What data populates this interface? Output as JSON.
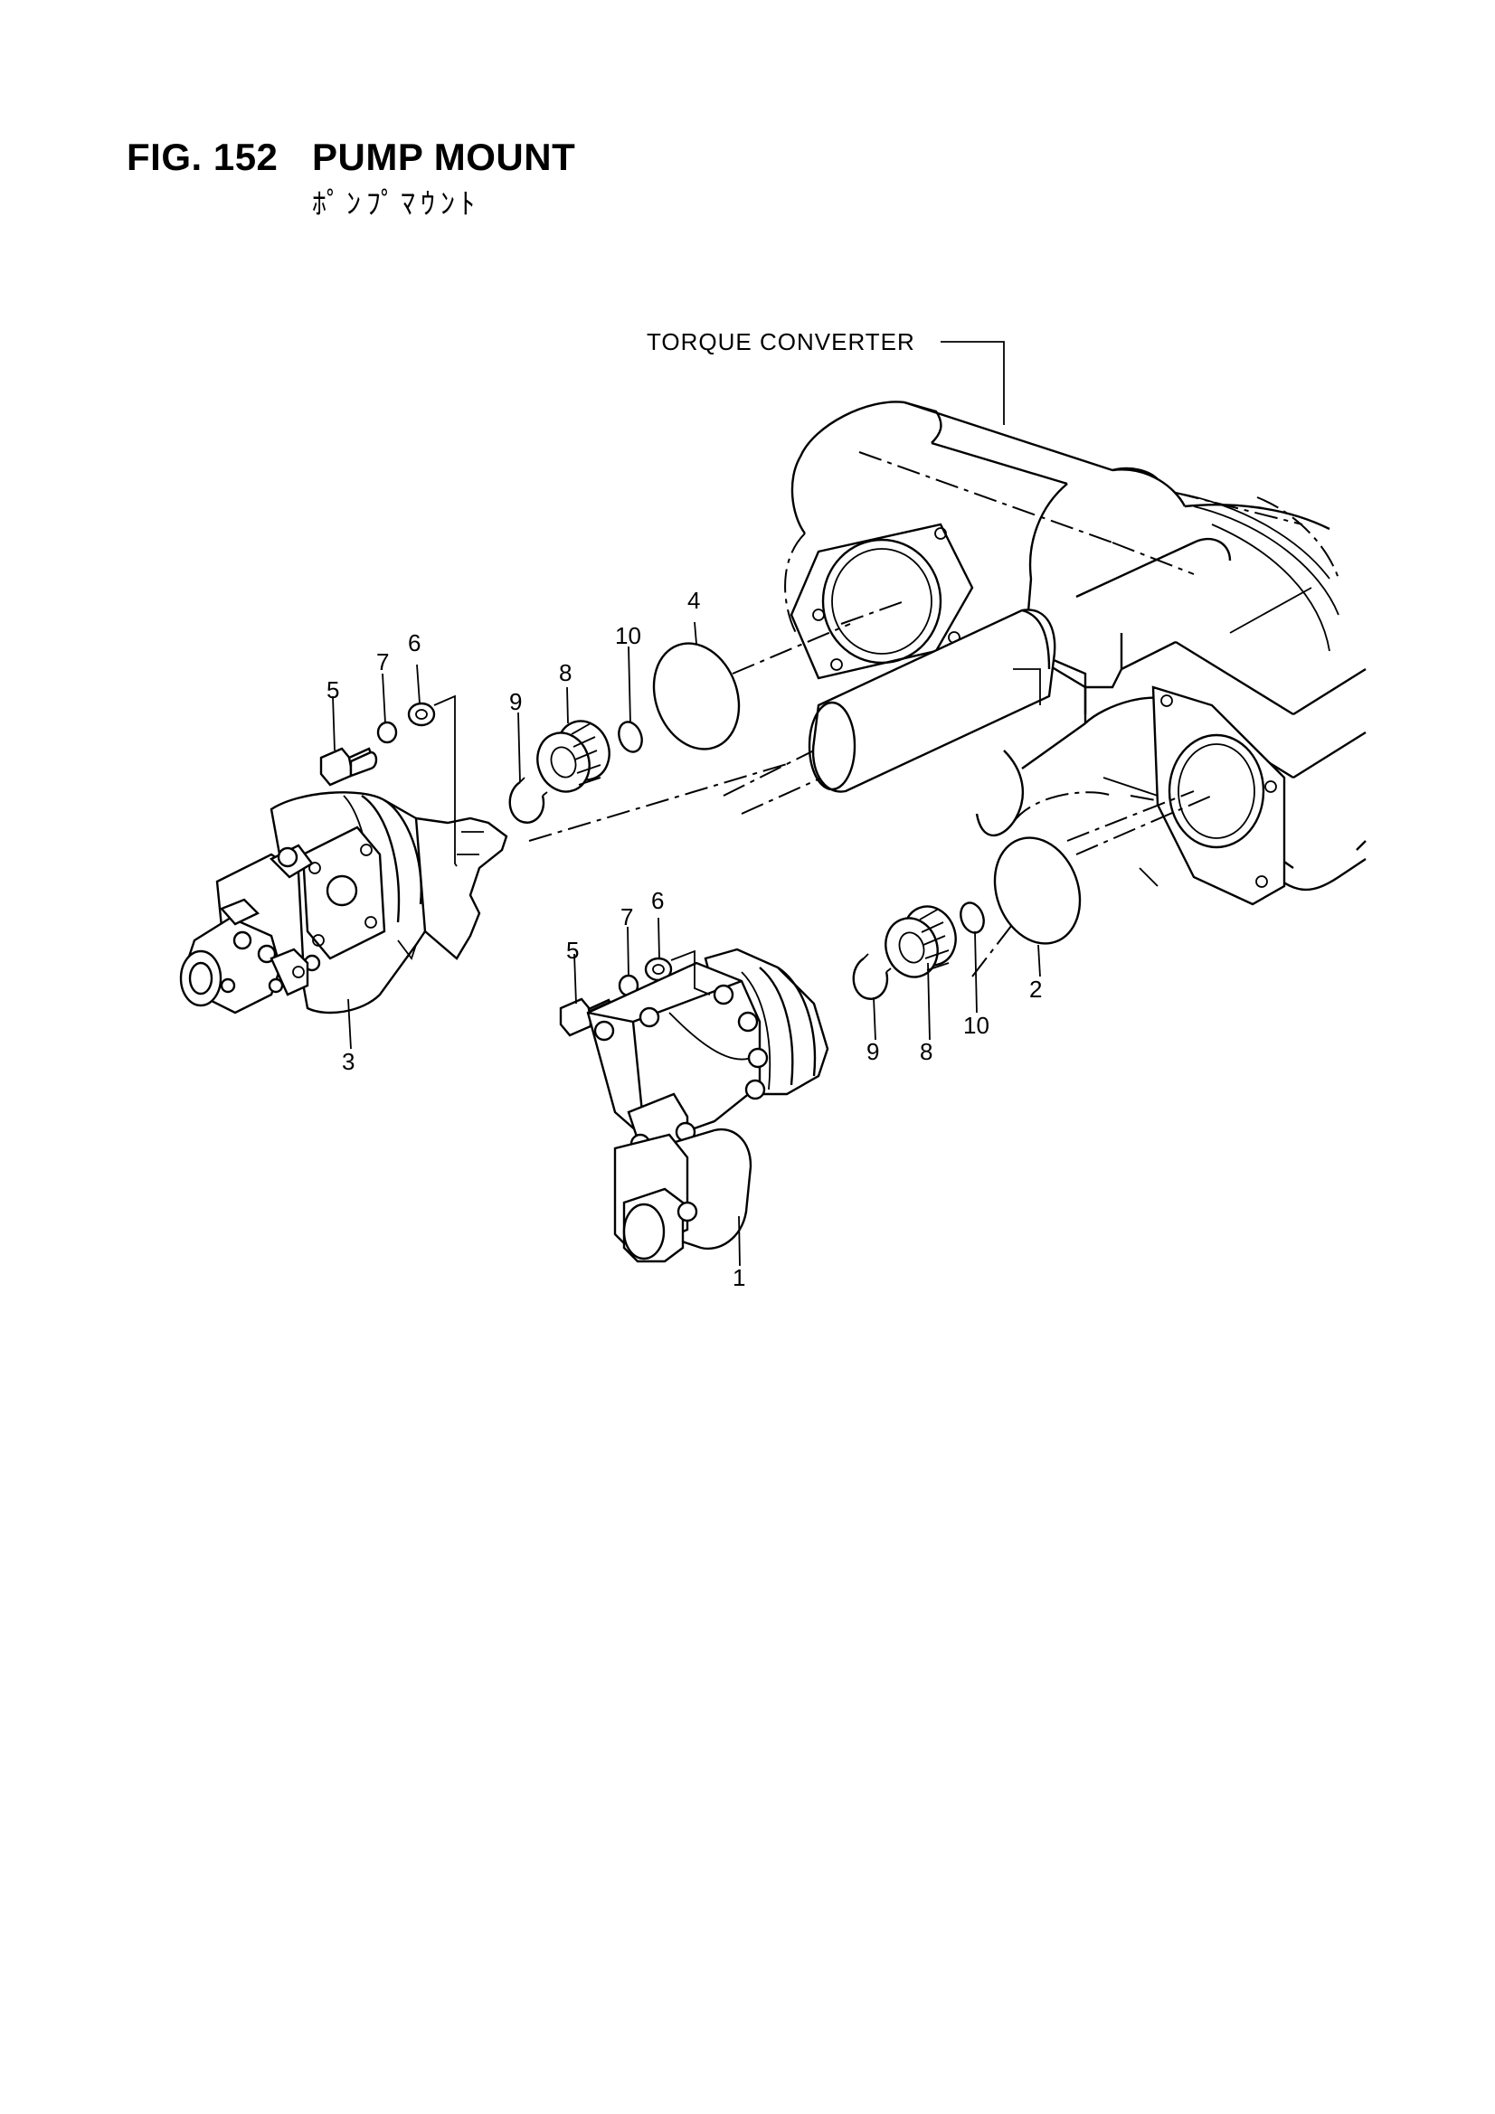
{
  "header": {
    "fig_number": "FIG. 152",
    "title": "PUMP MOUNT",
    "subtitle": "ﾎﾟﾝﾌﾟﾏｳﾝﾄ"
  },
  "diagram": {
    "reference_label": "TORQUE CONVERTER",
    "callouts": {
      "c1": "1",
      "c2": "2",
      "c3": "3",
      "c4": "4",
      "c5a": "5",
      "c6a": "6",
      "c7a": "7",
      "c8a": "8",
      "c9a": "9",
      "c10a": "10",
      "c5b": "5",
      "c6b": "6",
      "c7b": "7",
      "c8b": "8",
      "c9b": "9",
      "c10b": "10"
    }
  }
}
